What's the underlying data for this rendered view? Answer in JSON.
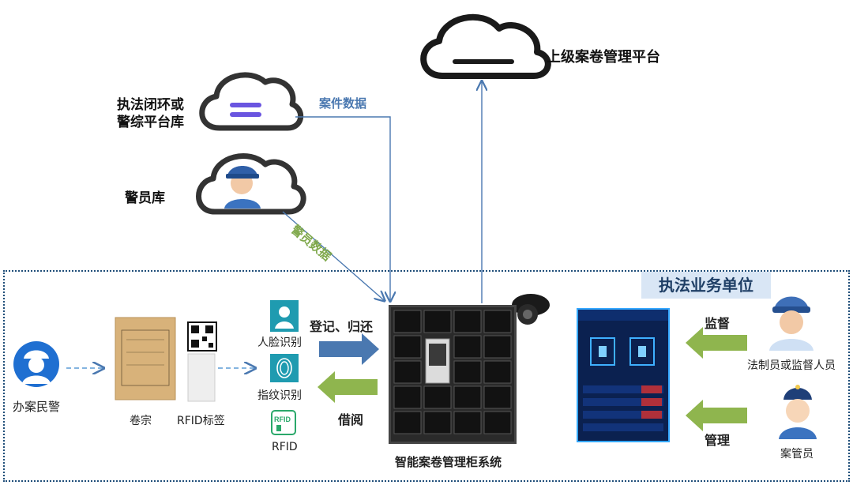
{
  "nodes": {
    "upper_platform": "上级案卷管理平台",
    "law_platform_line1": "执法闭环或",
    "law_platform_line2": "警综平台库",
    "police_db": "警员库",
    "officer": "办案民警",
    "dossier": "卷宗",
    "rfid_tag": "RFID标签",
    "face_id": "人脸识别",
    "fingerprint_id": "指纹识别",
    "rfid": "RFID",
    "cabinet": "智能案卷管理柜系统",
    "supervisor": "法制员或监督人员",
    "clerk": "案管员",
    "unit": "执法业务单位"
  },
  "flows": {
    "case_data": "案件数据",
    "police_data": "警员数据",
    "register_return": "登记、归还",
    "borrow": "借阅",
    "supervise": "监督",
    "manage": "管理"
  },
  "colors": {
    "cloud_stroke": "#1a1a1a",
    "arrow_blue": "#4a78b0",
    "arrow_green": "#8fb54e",
    "unit_border": "#1f4e79",
    "icon_teal": "#1f9bb0"
  }
}
